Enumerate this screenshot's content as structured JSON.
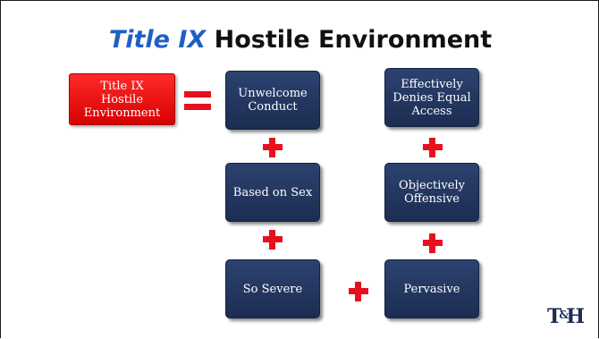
{
  "slide": {
    "title_emphasis": "Title IX",
    "title_rest": " Hostile Environment"
  },
  "diagram": {
    "definition_box": "Title IX\nHostile\nEnvironment",
    "equals_symbol": "=",
    "plus_symbol": "+",
    "elements": {
      "unwelcome_conduct": "Unwelcome\nConduct",
      "based_on_sex": "Based on Sex",
      "so_severe": "So Severe",
      "denies_access": "Effectively\nDenies Equal\nAccess",
      "objectively_offensive": "Objectively\nOffensive",
      "pervasive": "Pervasive"
    }
  },
  "logo": {
    "t": "T",
    "amp": "&",
    "h": "H"
  },
  "colors": {
    "navy_box": "#1f3058",
    "red_box": "#ff0000",
    "plus_red": "#e8101e",
    "title_blue": "#1e5fc4"
  }
}
